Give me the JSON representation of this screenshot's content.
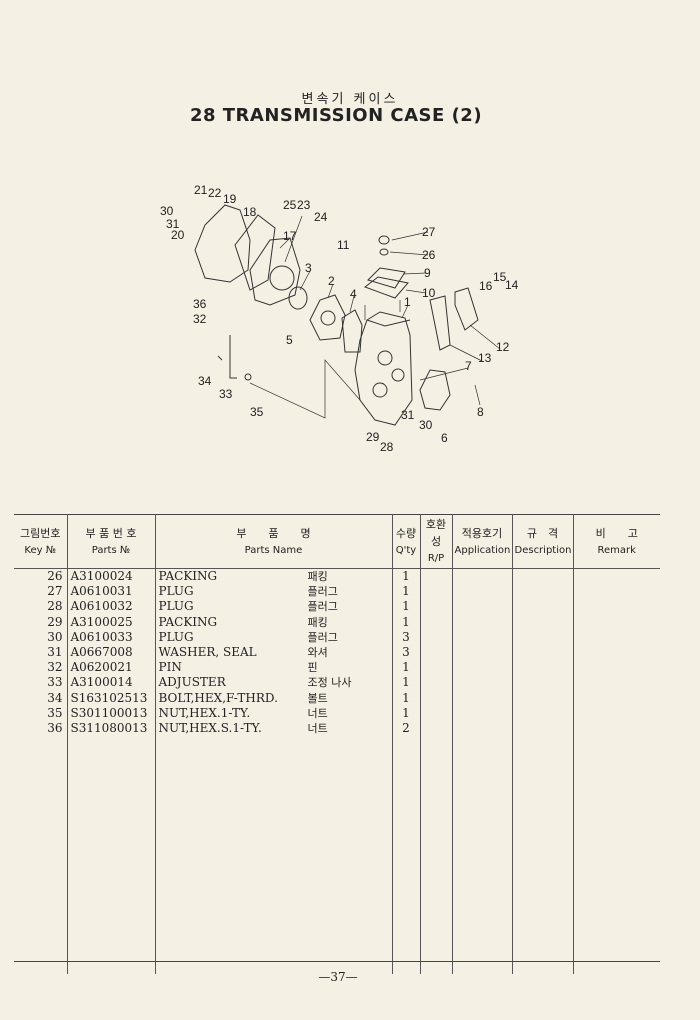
{
  "header": {
    "title_ko": "변속기 케이스",
    "title": "28 TRANSMISSION CASE (2)"
  },
  "diagram": {
    "callouts": [
      "21",
      "22",
      "19",
      "30",
      "31",
      "20",
      "18",
      "25",
      "23",
      "24",
      "17",
      "27",
      "11",
      "26",
      "9",
      "10",
      "3",
      "2",
      "4",
      "1",
      "16",
      "15",
      "14",
      "36",
      "32",
      "5",
      "12",
      "13",
      "7",
      "34",
      "33",
      "35",
      "8",
      "31",
      "30",
      "6",
      "29",
      "28"
    ]
  },
  "table": {
    "headers": [
      {
        "ko": "그림번호",
        "en": "Key №"
      },
      {
        "ko": "부 품 번 호",
        "en": "Parts №"
      },
      {
        "ko": "부　　품　　명",
        "en": "Parts   Name"
      },
      {
        "ko": "수량",
        "en": "Q'ty"
      },
      {
        "ko": "호환성",
        "en": "R/P"
      },
      {
        "ko": "적용호기",
        "en": "Application"
      },
      {
        "ko": "규　격",
        "en": "Description"
      },
      {
        "ko": "비　　고",
        "en": "Remark"
      }
    ],
    "rows": [
      {
        "key": "26",
        "part_no": "A3100024",
        "name": "PACKING",
        "name_ko": "패킹",
        "qty": "1"
      },
      {
        "key": "27",
        "part_no": "A0610031",
        "name": "PLUG",
        "name_ko": "플러그",
        "qty": "1"
      },
      {
        "key": "28",
        "part_no": "A0610032",
        "name": "PLUG",
        "name_ko": "플러그",
        "qty": "1"
      },
      {
        "key": "29",
        "part_no": "A3100025",
        "name": "PACKING",
        "name_ko": "패킹",
        "qty": "1"
      },
      {
        "key": "30",
        "part_no": "A0610033",
        "name": "PLUG",
        "name_ko": "플러그",
        "qty": "3"
      },
      {
        "key": "31",
        "part_no": "A0667008",
        "name": "WASHER, SEAL",
        "name_ko": "와셔",
        "qty": "3"
      },
      {
        "key": "32",
        "part_no": "A0620021",
        "name": "PIN",
        "name_ko": "핀",
        "qty": "1"
      },
      {
        "key": "33",
        "part_no": "A3100014",
        "name": "ADJUSTER",
        "name_ko": "조정 나사",
        "qty": "1"
      },
      {
        "key": "34",
        "part_no": "S163102513",
        "name": "BOLT,HEX,F-THRD.",
        "name_ko": "볼트",
        "qty": "1"
      },
      {
        "key": "35",
        "part_no": "S301100013",
        "name": "NUT,HEX.1-TY.",
        "name_ko": "너트",
        "qty": "1"
      },
      {
        "key": "36",
        "part_no": "S311080013",
        "name": "NUT,HEX.S.1-TY.",
        "name_ko": "너트",
        "qty": "2"
      }
    ]
  },
  "footer": {
    "page": "—37—"
  }
}
